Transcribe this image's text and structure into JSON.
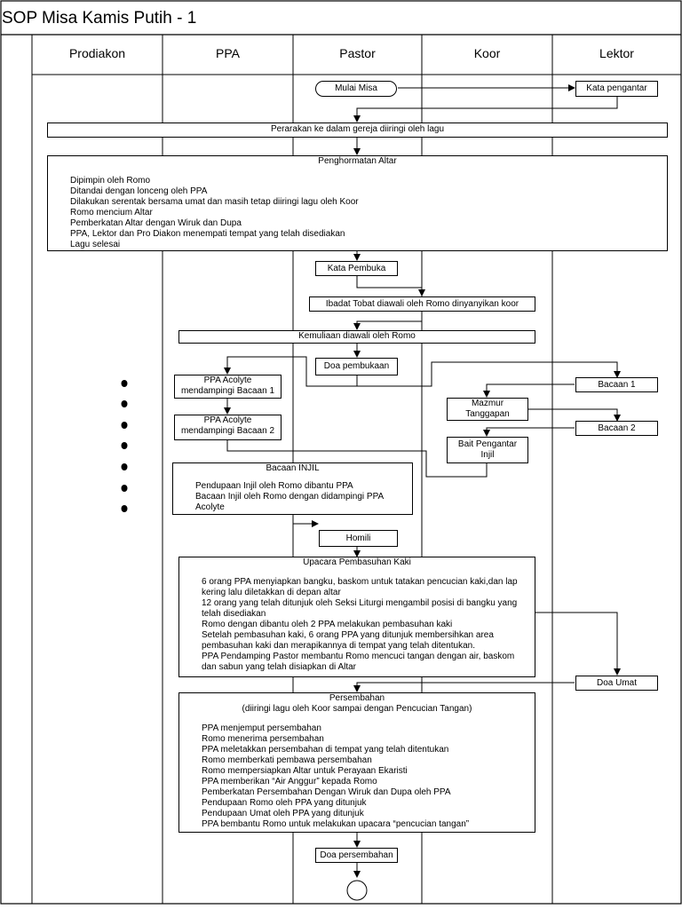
{
  "title": "SOP Misa Kamis Putih - 1",
  "lanes": [
    "Prodiakon",
    "PPA",
    "Pastor",
    "Koor",
    "Lektor"
  ],
  "nodes": {
    "start": "Mulai Misa",
    "kata_pengantar": "Kata pengantar",
    "perarakan": "Perarakan ke dalam gereja diiringi oleh lagu",
    "penghormatan": {
      "title": "Penghormatan Altar",
      "lines": [
        "Dipimpin oleh Romo",
        "Ditandai dengan lonceng oleh PPA",
        "Dilakukan serentak bersama umat dan masih tetap diiringi lagu oleh Koor",
        "Romo mencium Altar",
        "Pemberkatan Altar dengan Wiruk dan Dupa",
        "PPA, Lektor dan Pro Diakon menempati tempat yang telah disediakan",
        "Lagu selesai"
      ]
    },
    "kata_pembuka": "Kata Pembuka",
    "ibadat_tobat": "Ibadat Tobat diawali oleh Romo dinyanyikan koor",
    "kemuliaan": "Kemuliaan diawali oleh Romo",
    "doa_pembukaan": "Doa pembukaan",
    "acolyte1": [
      "PPA Acolyte",
      "mendampingi Bacaan 1"
    ],
    "bacaan1": "Bacaan 1",
    "mazmur": [
      "Mazmur",
      "Tanggapan"
    ],
    "acolyte2": [
      "PPA Acolyte",
      "mendampingi Bacaan 2"
    ],
    "bacaan2": "Bacaan 2",
    "bait": [
      "Bait Pengantar",
      "Injil"
    ],
    "injil": {
      "title": "Bacaan INJIL",
      "lines": [
        "Pendupaan Injil oleh Romo dibantu PPA",
        "Bacaan Injil oleh Romo dengan didampingi PPA",
        "Acolyte"
      ]
    },
    "homili": "Homili",
    "pembasuhan": {
      "title": "Upacara Pembasuhan Kaki",
      "lines": [
        "6 orang PPA menyiapkan bangku, baskom untuk tatakan pencucian kaki,dan lap",
        "kering lalu diletakkan di depan altar",
        "12 orang yang telah ditunjuk oleh Seksi Liturgi mengambil posisi di bangku yang",
        "telah disediakan",
        "Romo dengan dibantu oleh 2 PPA melakukan pembasuhan kaki",
        "Setelah pembasuhan kaki, 6 orang PPA yang ditunjuk membersihkan area",
        "pembasuhan kaki dan merapikannya di tempat yang telah ditentukan.",
        "PPA Pendamping Pastor membantu Romo mencuci tangan dengan air, baskom",
        "dan sabun yang telah disiapkan di Altar"
      ]
    },
    "doa_umat": "Doa Umat",
    "persembahan": {
      "title": "Persembahan",
      "subtitle": "(diiringi lagu oleh Koor sampai dengan Pencucian Tangan)",
      "lines": [
        "PPA menjemput persembahan",
        "Romo menerima persembahan",
        "PPA meletakkan persembahan di tempat yang telah ditentukan",
        "Romo memberkati pembawa persembahan",
        "Romo mempersiapkan Altar untuk Perayaan Ekaristi",
        "PPA memberikan “Air Anggur” kepada Romo",
        "Pemberkatan Persembahan Dengan Wiruk dan Dupa oleh PPA",
        "Pendupaan Romo oleh PPA yang ditunjuk",
        "Pendupaan Umat oleh PPA yang ditunjuk",
        "PPA bembantu Romo untuk melakukan upacara “pencucian tangan”"
      ]
    },
    "doa_persembahan": "Doa persembahan"
  },
  "bullet_count": 7
}
